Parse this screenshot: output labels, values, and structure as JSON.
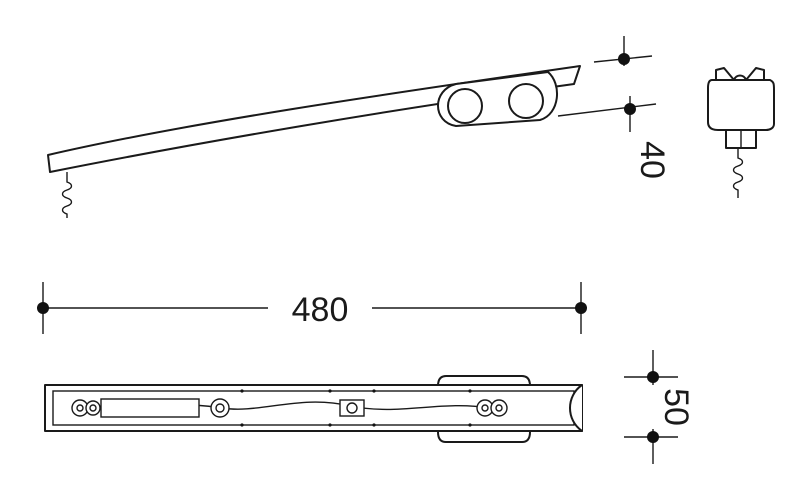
{
  "dimensions": {
    "length": "480",
    "height": "40",
    "width": "50"
  },
  "colors": {
    "line": "#1a1a1a",
    "background": "#ffffff"
  }
}
